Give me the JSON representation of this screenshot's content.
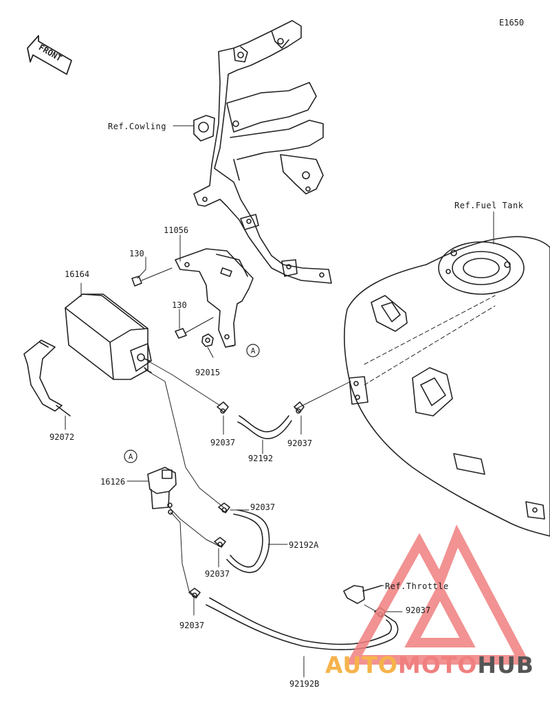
{
  "diagram_code": "E1650",
  "front_label": "FRONT",
  "refs": {
    "cowling": "Ref.Cowling",
    "fuel_tank": "Ref.Fuel Tank",
    "throttle": "Ref.Throttle"
  },
  "parts": {
    "bracket": "11056",
    "bolt_upper": "130",
    "bolt_lower": "130",
    "canister": "16164",
    "nut": "92015",
    "band": "92072",
    "valve": "16126",
    "clamp_1": "92037",
    "clamp_2": "92037",
    "clamp_3": "92037",
    "clamp_4": "92037",
    "clamp_5": "92037",
    "clamp_6": "92037",
    "hose": "92192",
    "hose_a": "92192A",
    "hose_b": "92192B"
  },
  "markers": {
    "upper": "A",
    "lower": "A"
  },
  "watermark": {
    "part_auto": "AUTO",
    "part_moto": "MOTO",
    "part_hub": "HUB",
    "color_primary": "#f07f7f",
    "color_secondary": "#f6b34b",
    "color_dark": "#555555"
  }
}
